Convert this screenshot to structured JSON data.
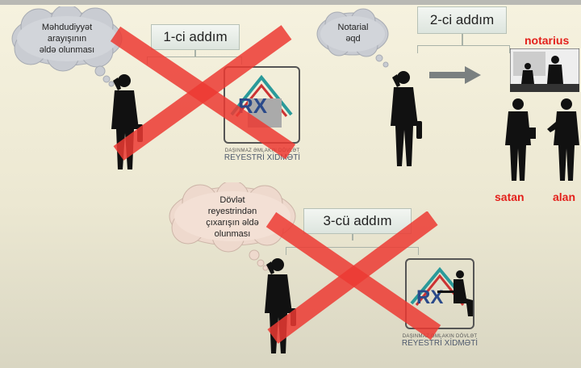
{
  "steps": [
    {
      "label": "1-ci addım",
      "thought": "Məhdudiyyət\narayışının\nəldə olunması",
      "crossed": true
    },
    {
      "label": "2-ci addım",
      "thought": "Notarial\nəqd",
      "crossed": false
    },
    {
      "label": "3-cü addım",
      "thought": "Dövlət\nreyestrindən\nçıxarışın əldə\nolunması",
      "crossed": true
    }
  ],
  "logo": {
    "line1": "DAŞINMAZ ƏMLAKIN DÖVLƏT",
    "line2": "REYESTRİ XİDMƏTİ",
    "mark": "RX"
  },
  "roles": {
    "notary": "notarius",
    "seller": "satan",
    "buyer": "alan"
  },
  "colors": {
    "cross": "#e8302a",
    "role_text": "#e3201b",
    "background": "#f1eddb"
  }
}
